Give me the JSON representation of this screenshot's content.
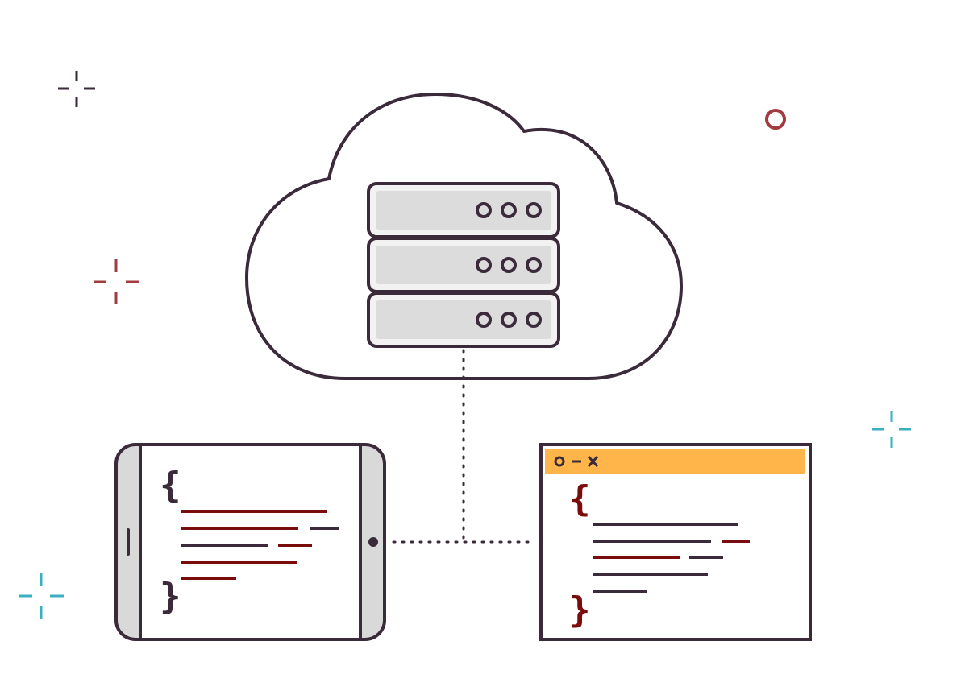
{
  "colors": {
    "outline": "#3a2a3a",
    "accent_red": "#a33a3f",
    "code_red": "#7a0c0c",
    "teal": "#3aafc0",
    "orange": "#ffb54a",
    "server_fill": "#dcdcdc",
    "device_frame": "#d9d9d9"
  },
  "icons": {
    "cloud": "cloud-icon",
    "server": "server-rack-icon",
    "tablet": "tablet-device-icon",
    "browser": "browser-window-icon",
    "sparkle": "sparkle-icon",
    "ring": "ring-icon"
  },
  "server": {
    "units": 3,
    "leds_per_unit": 3
  },
  "tablet": {
    "brace_open": "{",
    "brace_close": "}"
  },
  "browser": {
    "titlebar_symbols": "o – ×",
    "brace_open": "{",
    "brace_close": "}"
  }
}
